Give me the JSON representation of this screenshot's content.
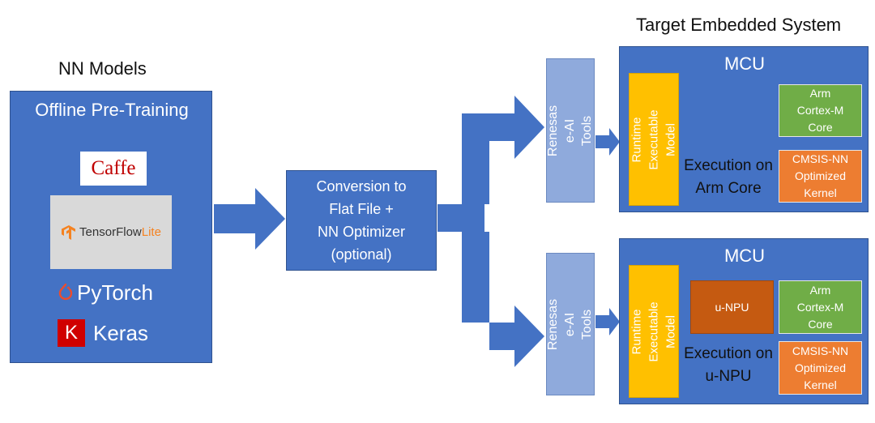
{
  "labels": {
    "nn_models": "NN Models",
    "target_system": "Target Embedded System"
  },
  "offline_panel": {
    "title": "Offline Pre-Training",
    "frameworks": {
      "caffe": "Caffe",
      "tensorflow": "TensorFlow",
      "tensorflow_suffix": "Lite",
      "pytorch": "PyTorch",
      "keras_letter": "K",
      "keras": "Keras"
    }
  },
  "conversion_box": {
    "text": "Conversion to\nFlat File +\nNN Optimizer\n(optional)"
  },
  "tools": {
    "top": "Renesas e-AI\nTools",
    "bottom": "Renesas e-AI\nTools"
  },
  "mcu_top": {
    "title": "MCU",
    "runtime": "Runtime\nExecutable  Model",
    "core": "Arm\nCortex-M\nCore",
    "kernel": "CMSIS-NN\nOptimized\nKernel",
    "execution": "Execution on\nArm Core"
  },
  "mcu_bottom": {
    "title": "MCU",
    "runtime": "Runtime\nExecutable  Model",
    "npu": "u-NPU",
    "core": "Arm\nCortex-M\nCore",
    "kernel": "CMSIS-NN\nOptimized\nKernel",
    "execution": "Execution on\nu-NPU"
  },
  "colors": {
    "panel_blue": "#4472c4",
    "tool_blue": "#8faadc",
    "runtime_yellow": "#ffc000",
    "core_green": "#70ad47",
    "kernel_orange": "#ed7d31",
    "npu_brown": "#c55a11",
    "tensorflow_orange": "#f58220",
    "pytorch_orange": "#ee4c2c",
    "keras_red": "#d00000",
    "caffe_red": "#c00000"
  }
}
